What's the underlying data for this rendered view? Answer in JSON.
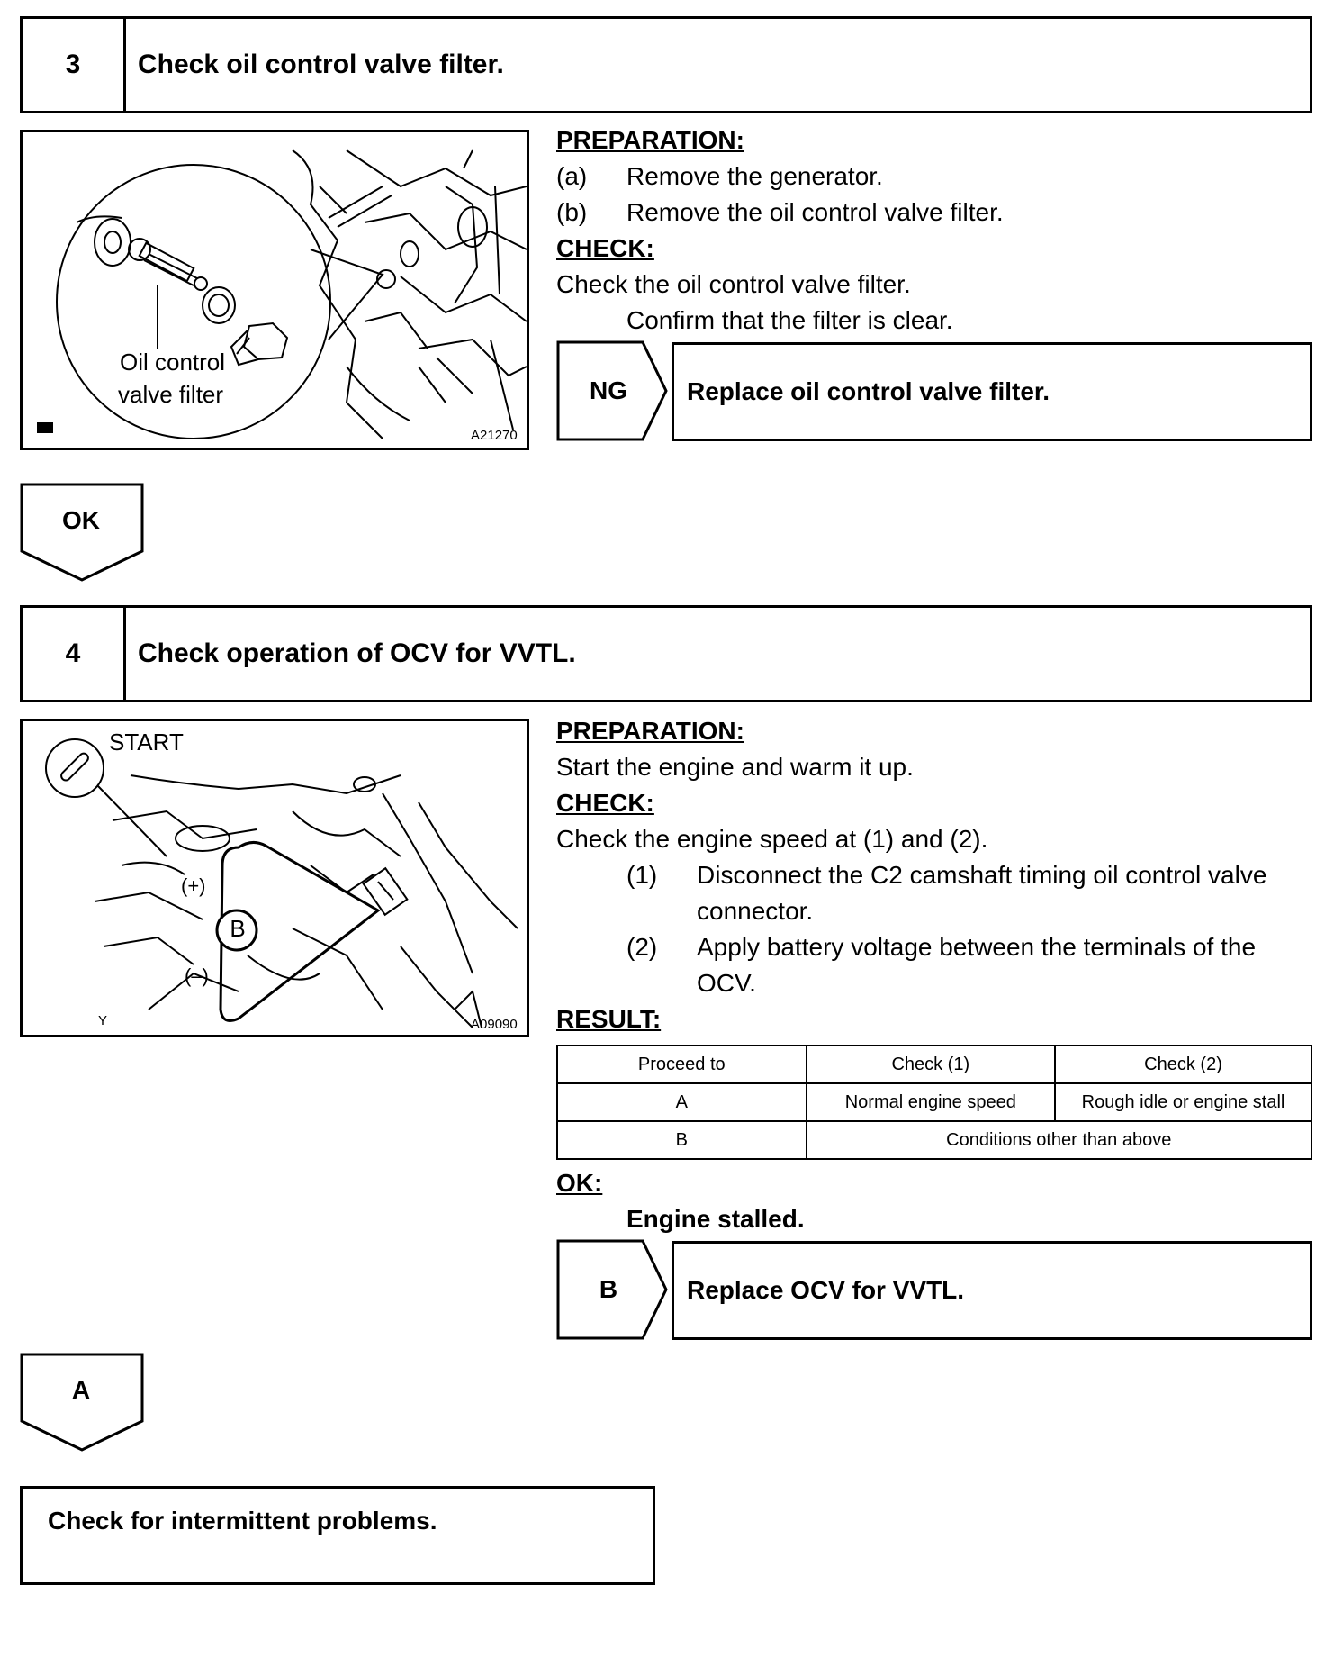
{
  "step3": {
    "number": "3",
    "title": "Check oil control valve filter.",
    "figure": {
      "label_line1": "Oil control",
      "label_line2": "valve filter",
      "code": "A21270"
    },
    "preparation_heading": "PREPARATION:",
    "prep_items": [
      {
        "marker": "(a)",
        "text": "Remove the generator."
      },
      {
        "marker": "(b)",
        "text": "Remove the oil control valve filter."
      }
    ],
    "check_heading": "CHECK:",
    "check_text": "Check the oil control valve filter.",
    "check_sub": "Confirm that the filter is clear.",
    "ng_label": "NG",
    "ng_action": "Replace oil control valve filter.",
    "ok_label": "OK"
  },
  "step4": {
    "number": "4",
    "title": "Check operation of OCV for VVTL.",
    "figure": {
      "start_label": "START",
      "plus_label": "(+)",
      "minus_label": "(–)",
      "b_label": "B",
      "y_label": "Y",
      "code": "A09090"
    },
    "preparation_heading": "PREPARATION:",
    "prep_text": "Start the engine and warm it up.",
    "check_heading": "CHECK:",
    "check_text": "Check the engine speed at (1) and (2).",
    "check_items": [
      {
        "marker": "(1)",
        "line1": "Disconnect the C2 camshaft timing oil control valve",
        "line2": "connector."
      },
      {
        "marker": "(2)",
        "line1": "Apply battery voltage between the terminals of the",
        "line2": "OCV."
      }
    ],
    "result_heading": "RESULT:",
    "result_table": {
      "headers": [
        "Proceed to",
        "Check (1)",
        "Check (2)"
      ],
      "row_a": [
        "A",
        "Normal engine speed",
        "Rough idle or engine stall"
      ],
      "row_b": [
        "B",
        "Conditions other than above"
      ]
    },
    "ok_heading": "OK:",
    "ok_text": "Engine stalled.",
    "b_label": "B",
    "b_action": "Replace OCV for VVTL.",
    "a_label": "A"
  },
  "final_action": "Check for intermittent problems."
}
